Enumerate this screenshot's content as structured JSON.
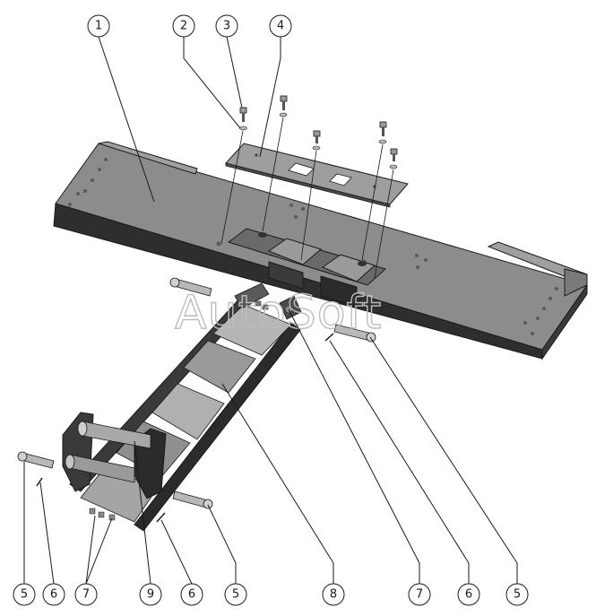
{
  "diagram": {
    "watermark": "AutoSoft",
    "colors": {
      "part_light": "#9e9e9e",
      "part_top": "#8a8a8a",
      "part_side": "#4a4a4a",
      "part_dark": "#2b2b2b",
      "line": "#1a1a1a"
    },
    "callouts": [
      {
        "label": "1"
      },
      {
        "label": "2"
      },
      {
        "label": "3"
      },
      {
        "label": "4"
      },
      {
        "label": "5"
      },
      {
        "label": "6"
      },
      {
        "label": "7"
      },
      {
        "label": "9"
      },
      {
        "label": "6"
      },
      {
        "label": "5"
      },
      {
        "label": "8"
      },
      {
        "label": "7"
      },
      {
        "label": "6"
      },
      {
        "label": "5"
      }
    ]
  }
}
